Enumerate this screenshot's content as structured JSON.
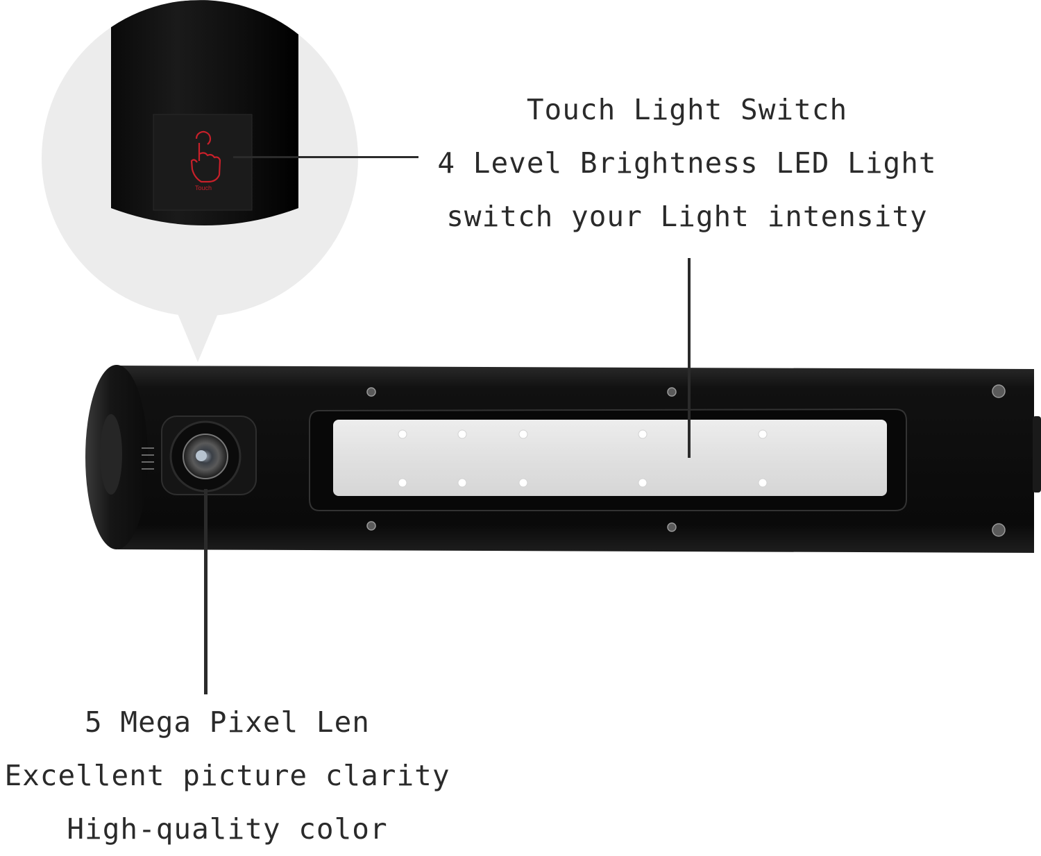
{
  "touch_callout": {
    "line1": "Touch Light Switch",
    "line2": "4 Level Brightness LED Light",
    "line3": "switch your Light intensity"
  },
  "lens_callout": {
    "line1": "5 Mega Pixel Len",
    "line2": "Excellent picture clarity",
    "line3": "High-quality color"
  },
  "touch_icon_text": "Touch",
  "colors": {
    "body": "#0d0d0d",
    "zoom_bubble": "#ececec",
    "led_panel": "#e4e4e4",
    "touch_icon": "#c8202a",
    "text": "#2a2a2a"
  }
}
